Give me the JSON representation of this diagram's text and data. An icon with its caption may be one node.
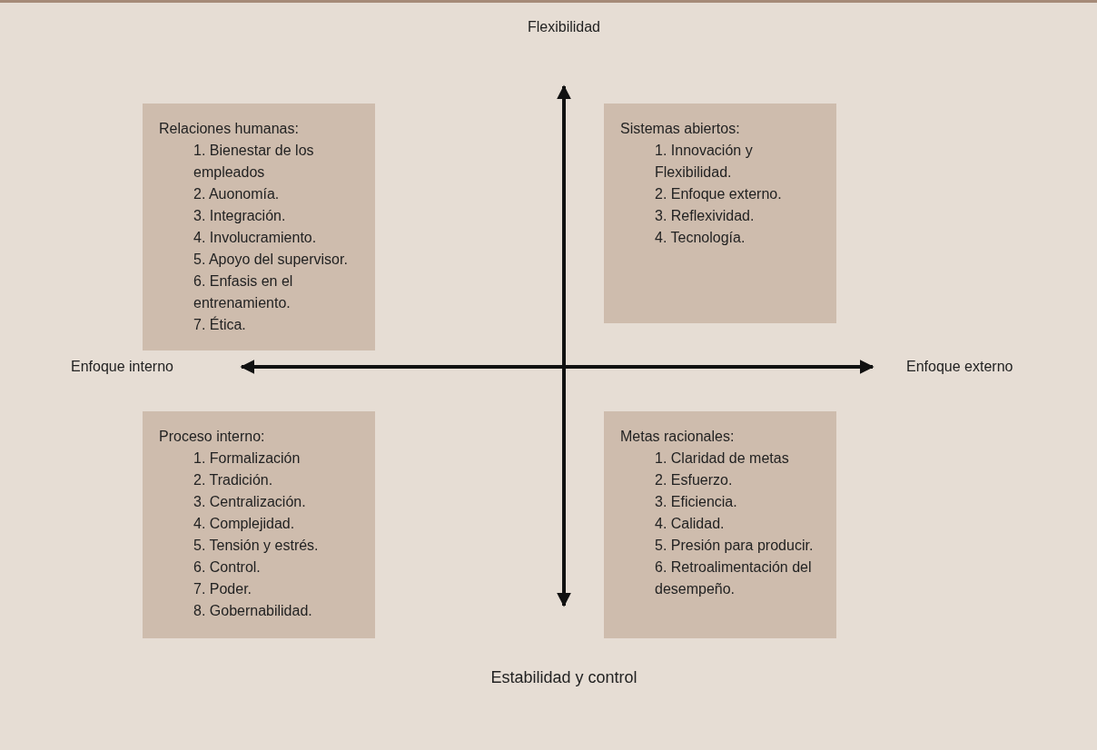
{
  "diagram": {
    "nodes": [
      {
        "text": [
          "Relaciones humanas:",
          "1. Bienestar de los empleados",
          "2. Auonomía.",
          "3. Integración.",
          "4. Involucramiento.",
          "5. Apoyo del supervisor.",
          "6. Enfasis en el entrenamiento.",
          "7. Ética."
        ]
      },
      {
        "text": [
          "Sistemas abiertos:",
          "1. Innovación y Flexibilidad.",
          "2. Enfoque externo.",
          "3. Reflexividad.",
          "4. Tecnología."
        ]
      },
      {
        "text": [
          "Proceso interno:",
          "1. Formalización",
          "2. Tradición.",
          "3. Centralización.",
          "4. Complejidad.",
          "5. Tensión y estrés.",
          "6. Control.",
          "7. Poder.",
          "8. Gobernabilidad."
        ]
      },
      {
        "text": [
          "Metas racionales:",
          "1. Claridad de metas",
          "2. Esfuerzo.",
          "3. Eficiencia.",
          "4. Calidad.",
          "5. Presión para producir.",
          "6. Retroalimentación del desempeño."
        ]
      }
    ],
    "labels": [
      "Flexibilidad",
      "Enfoque interno",
      "Enfoque externo",
      "Estabilidad y control"
    ]
  }
}
